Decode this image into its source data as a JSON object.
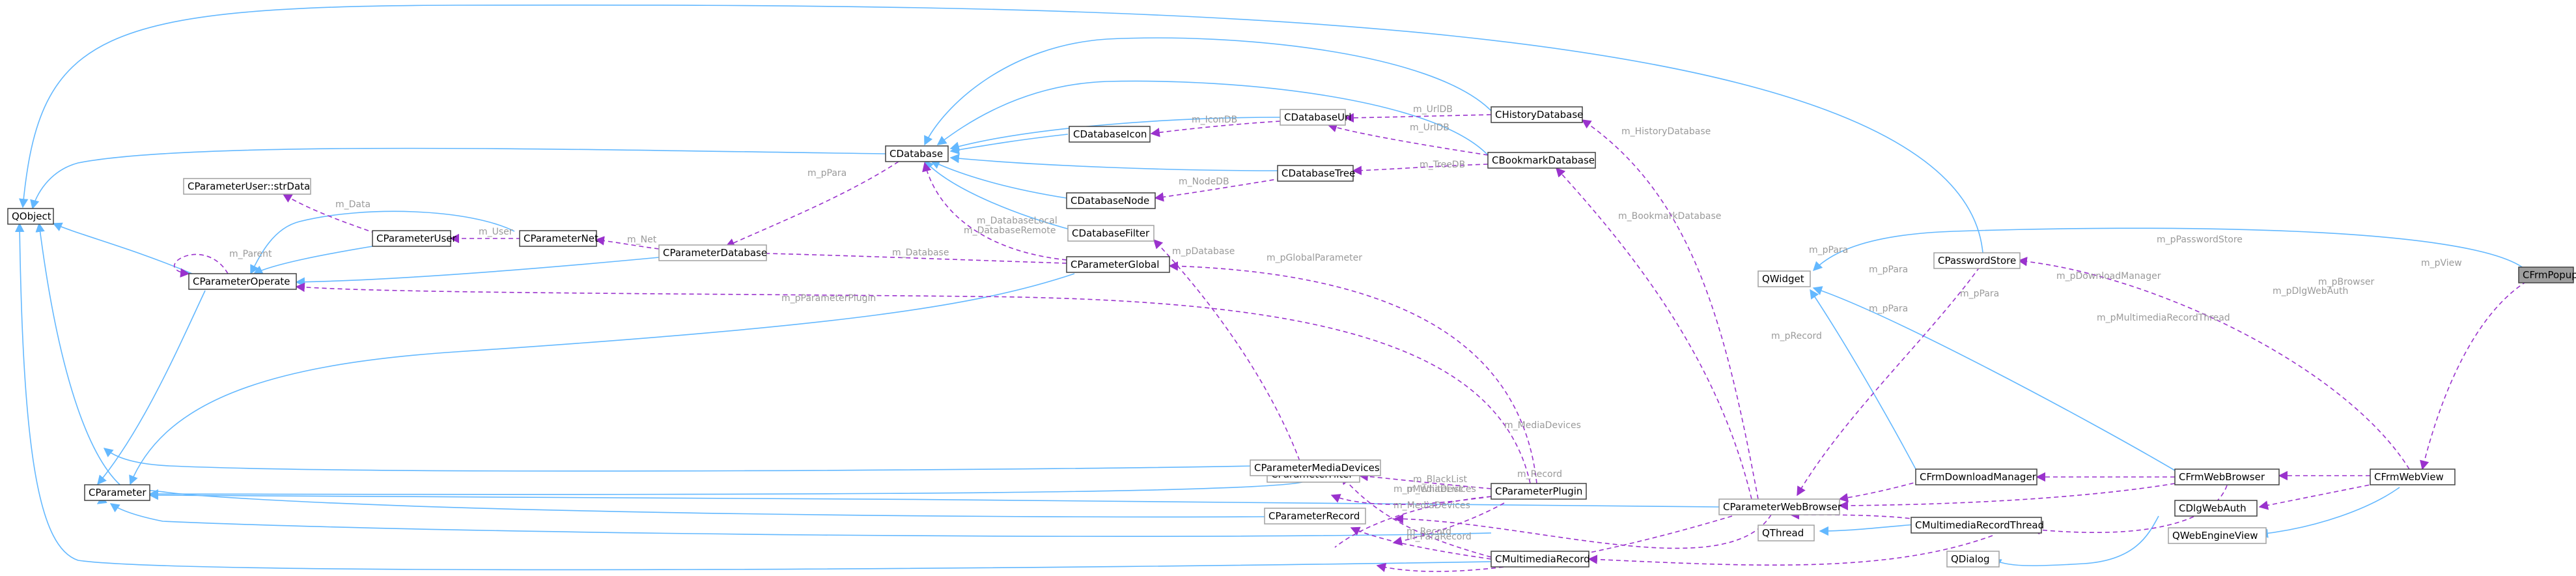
{
  "diagram": {
    "title": "",
    "colors": {
      "inheritance": "#63b8ff",
      "usage": "#9a32cd",
      "label": "#9a9a9a",
      "focus_fill": "#9e9e9e"
    },
    "nodes": {
      "qobject": "QObject",
      "cparameter": "CParameter",
      "cparameteroperate": "CParameterOperate",
      "cparameteruser_strdata": "CParameterUser::strData",
      "cparameteruser": "CParameterUser",
      "cparameternet": "CParameterNet",
      "cparameterdatabase": "CParameterDatabase",
      "cdatabase": "CDatabase",
      "cdatabaseicon": "CDatabaseIcon",
      "cdatabaseurl": "CDatabaseUrl",
      "chistorydatabase": "CHistoryDatabase",
      "cbookmarkdatabase": "CBookmarkDatabase",
      "cdatabasetree": "CDatabaseTree",
      "cdatabasenode": "CDatabaseNode",
      "cdatabasefilter": "CDatabaseFilter",
      "cparameterglobal": "CParameterGlobal",
      "cparameterfilter": "CParameterFilter",
      "cparameterplugin": "CParameterPlugin",
      "cparametermediadevices": "CParameterMediaDevices",
      "cparameterrecord": "CParameterRecord",
      "cmultimediarecord": "CMultimediaRecord",
      "qwidget": "QWidget",
      "cpasswordstore": "CPasswordStore",
      "cparameterwebbrowser": "CParameterWebBrowser",
      "cfrmdownloadmanager": "CFrmDownloadManager",
      "cfrmwebbrowser": "CFrmWebBrowser",
      "cdlgwebauth": "CDlgWebAuth",
      "qthread": "QThread",
      "cmultimediarecordthread": "CMultimediaRecordThread",
      "qdialog": "QDialog",
      "cfrmwebview": "CFrmWebView",
      "qwebengineview": "QWebEngineView",
      "cfrmpopup": "CFrmPopup"
    },
    "edge_labels": {
      "m_urldb_history": "m_UrlDB",
      "m_icondb": "m_IconDB",
      "m_urldb_bookmark": "m_UrlDB",
      "m_treedb": "m_TreeDB",
      "m_nodedb": "m_NodeDB",
      "m_historydatabase": "m_HistoryDatabase",
      "m_bookmarkdatabase": "m_BookmarkDatabase",
      "m_ppara_database": "m_pPara",
      "m_data": "m_Data",
      "m_user": "m_User",
      "m_net": "m_Net",
      "m_parent": "m_Parent",
      "m_databaselocal": "m_DatabaseLocal",
      "m_databaseremote": "m_DatabaseRemote",
      "m_database": "m_Database",
      "m_pglobalparameter": "m_pGlobalParameter",
      "m_pdatabase": "m_pDatabase",
      "m_pparameterplugin": "m_pParameterPlugin",
      "m_blacklist": "m_BlackList",
      "m_whitelist": "m_WhiteList",
      "m_mediadevices_plugin": "m_MediaDevices",
      "m_mediadevices_browser": "m_MediaDevices",
      "m_record_plugin": "m_Record",
      "m_record_browser": "m_Record",
      "m_pmediadevices": "m_pMediaDevices",
      "m_pararecord": "m_ParaRecord",
      "m_ppara_store": "m_pPara",
      "m_ppara_download": "m_pPara",
      "m_ppara_browser": "m_pPara",
      "m_ppara_thread": "m_pPara",
      "m_pdownloadmanager": "m_pDownloadManager",
      "m_pmultimediarecordthread": "m_pMultimediaRecordThread",
      "m_precord": "m_pRecord",
      "m_ppasswordstore": "m_pPasswordStore",
      "m_pbrowser": "m_pBrowser",
      "m_pdlgwebauth": "m_pDlgWebAuth",
      "m_pview": "m_pView"
    }
  }
}
